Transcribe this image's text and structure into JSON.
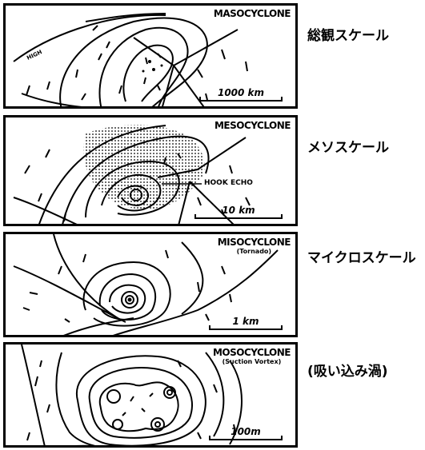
{
  "panels": [
    {
      "title": "MASOCYCLONE",
      "subtitle": "",
      "scale": "1000 km",
      "caption": "総観スケール",
      "labels": {
        "high": "HIGH"
      }
    },
    {
      "title": "MESOCYCLONE",
      "subtitle": "",
      "scale": "10 km",
      "caption": "メソスケール",
      "labels": {
        "hook": "HOOK ECHO"
      }
    },
    {
      "title": "MISOCYCLONE",
      "subtitle": "(Tornado)",
      "scale": "1 km",
      "caption": "マイクロスケール"
    },
    {
      "title": "MOSOCYCLONE",
      "subtitle": "(Suction Vortex)",
      "scale": "100m",
      "caption": "(吸い込み渦)"
    }
  ]
}
